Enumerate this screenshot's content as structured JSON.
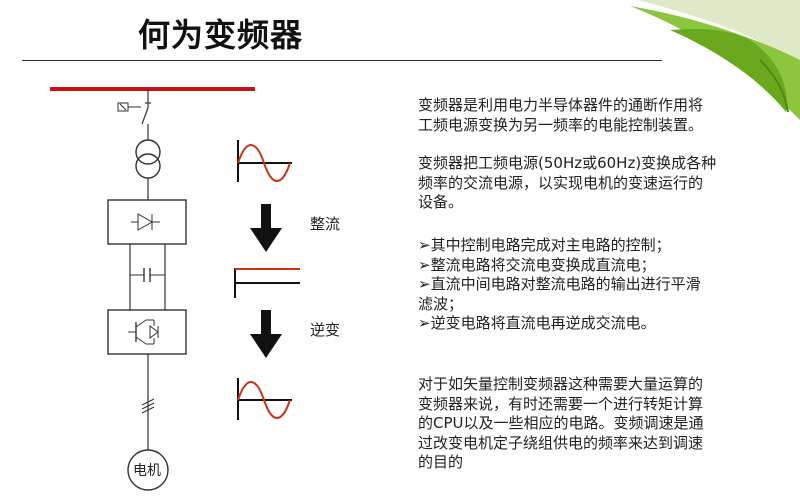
{
  "slide": {
    "title": "何为变频器"
  },
  "diagram": {
    "rectifier_label": "整流",
    "inverter_label": "逆变",
    "motor_label": "电机"
  },
  "text": {
    "p1_line1": "变频器是利用电力半导体器件的通断作用将",
    "p1_line2": "工频电源变换为另一频率的电能控制装置。",
    "p2_line1": "变频器把工频电源(50Hz或60Hz)变换成各种",
    "p2_line2": "频率的交流电源，以实现电机的变速运行的",
    "p2_line3": "设备。",
    "bullet_marker": "➢",
    "bullet1": "其中控制电路完成对主电路的控制；",
    "bullet2": "整流电路将交流电变换成直流电；",
    "bullet3_line1": "直流中间电路对整流电路的输出进行平滑",
    "bullet3_line2": "滤波；",
    "bullet4": "逆变电路将直流电再逆成交流电。",
    "p3_line1": "对于如矢量控制变频器这种需要大量运算的",
    "p3_line2": "变频器来说，有时还需要一个进行转矩计算",
    "p3_line3": "的CPU以及一些相应的电路。变频调速是通",
    "p3_line4": "过改变电机定子绕组供电的频率来达到调速",
    "p3_line5": "的目的"
  },
  "colors": {
    "busbar": "#cc1111",
    "wave": "#cc3311",
    "leaf_dark": "#6aa81e",
    "leaf_light": "#a9d95a"
  }
}
